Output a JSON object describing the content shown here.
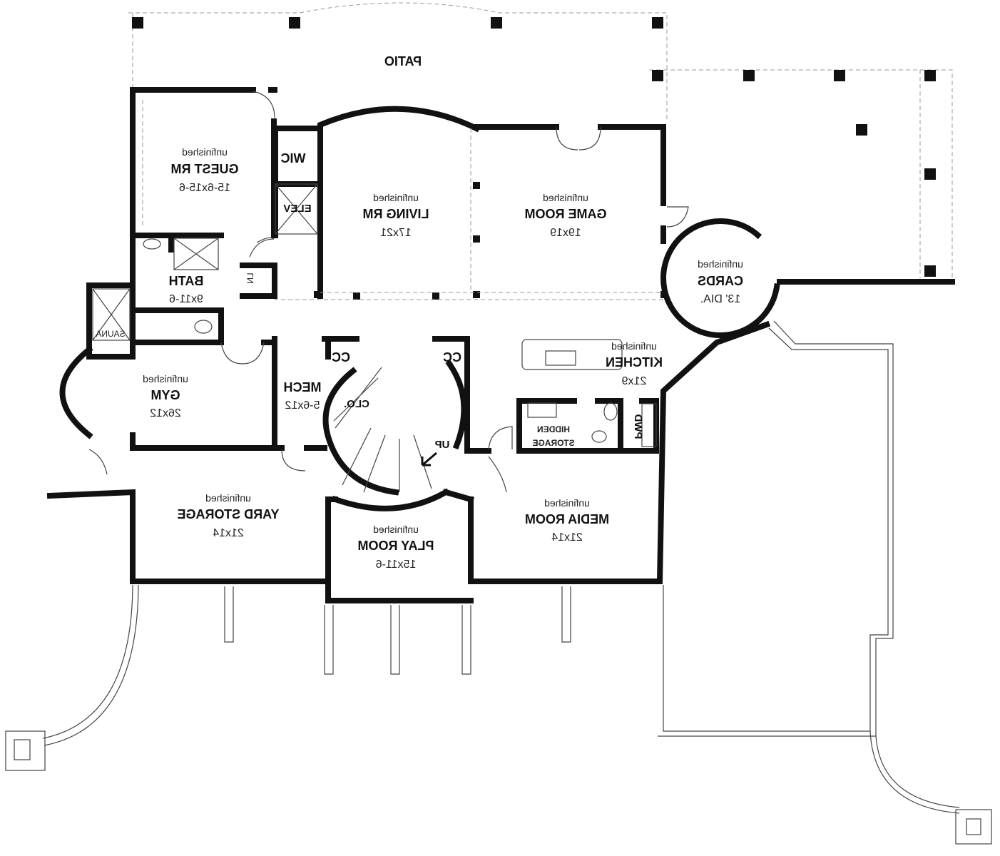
{
  "plan": {
    "patio": "PATIO",
    "unfinished": "unfinished",
    "rooms": {
      "guest": {
        "name": "GUEST RM",
        "size": "15-6x15-6"
      },
      "living": {
        "name": "LIVING RM",
        "size": "17x21"
      },
      "game": {
        "name": "GAME ROOM",
        "size": "19x19"
      },
      "cards": {
        "name": "CARDS",
        "size": "13' DIA."
      },
      "bath": {
        "name": "BATH",
        "size": "9x11-6"
      },
      "gym": {
        "name": "GYM",
        "size": "26x12"
      },
      "mech": {
        "name": "MECH",
        "size": "5-6x12"
      },
      "kitchen": {
        "name": "KITCHEN",
        "size": "21x9"
      },
      "yard": {
        "name": "YARD STORAGE",
        "size": "21x14"
      },
      "play": {
        "name": "PLAY ROOM",
        "size": "15x11-6"
      },
      "media": {
        "name": "MEDIA ROOM",
        "size": "21x14"
      }
    },
    "labels": {
      "wic": "WIC",
      "elev": "ELEV",
      "ln": "LN",
      "sauna": "SAUNA",
      "cc": "CC",
      "clo": "CLO.",
      "up": "UP",
      "hidden1": "HIDDEN",
      "hidden2": "STORAGE",
      "pwd": "PWD"
    }
  }
}
